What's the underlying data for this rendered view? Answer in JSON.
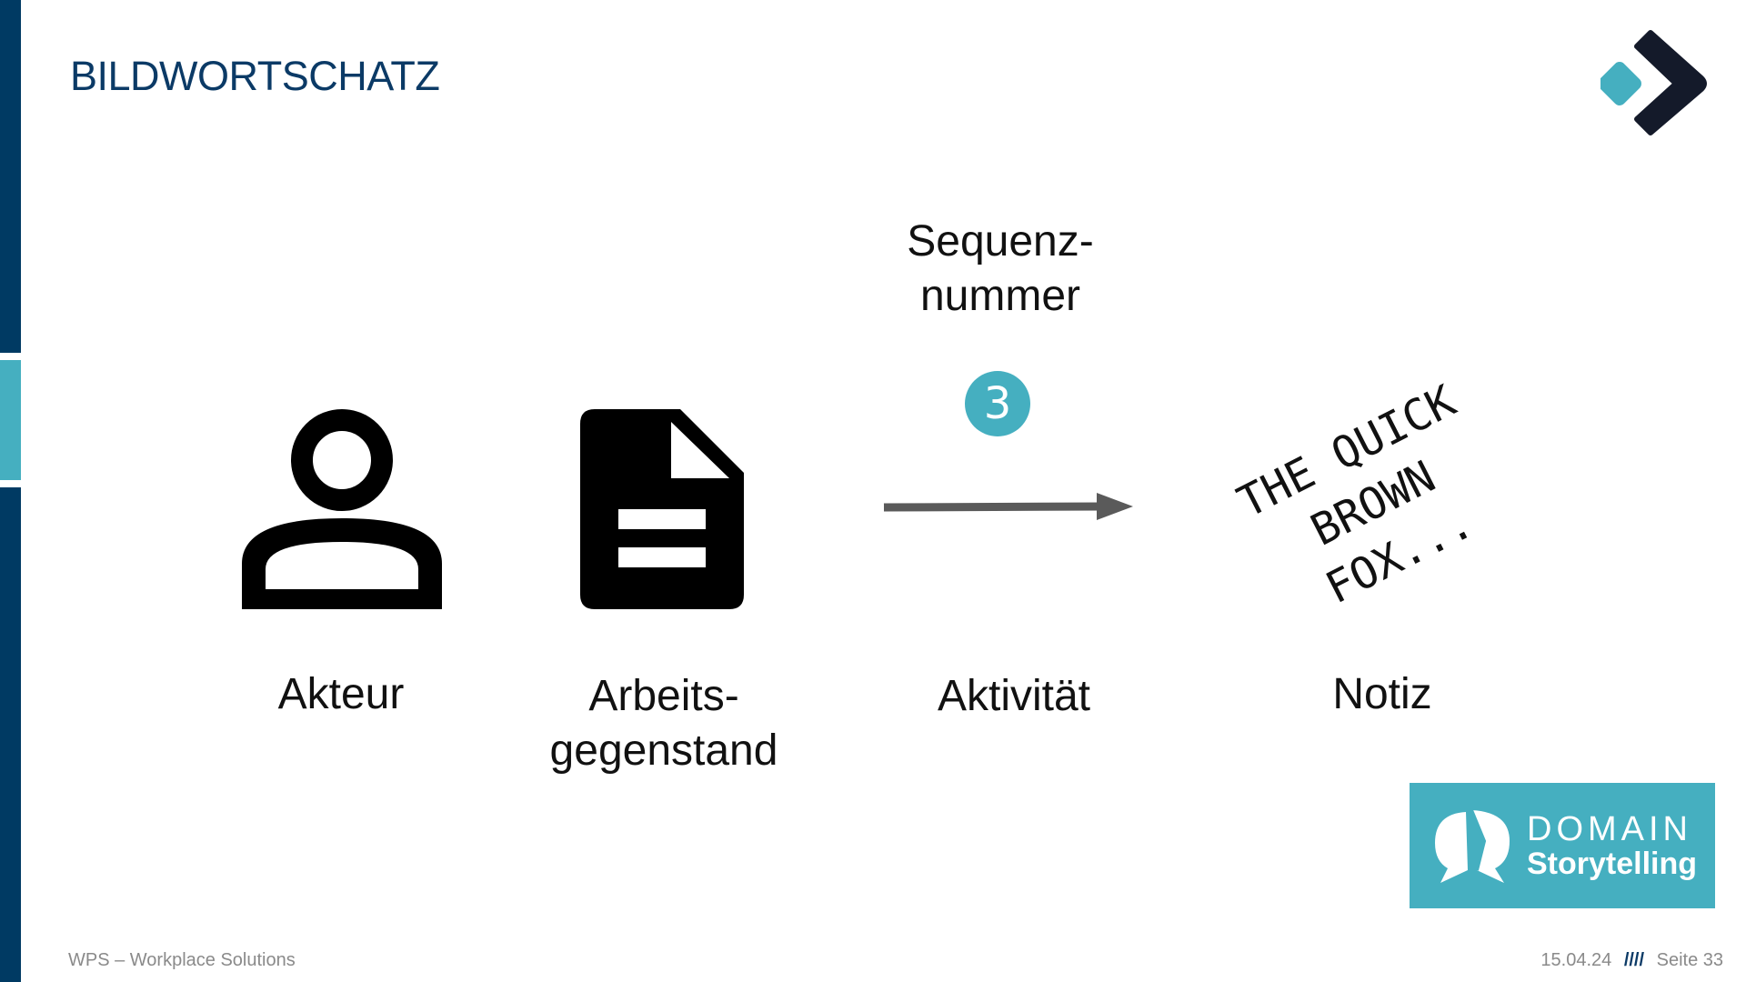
{
  "slide": {
    "title": "BILDWORTSCHATZ"
  },
  "diagram": {
    "sequence_label_line1": "Sequenz-",
    "sequence_label_line2": "nummer",
    "sequence_number": "3",
    "actor_label": "Akteur",
    "object_label_line1": "Arbeits-",
    "object_label_line2": "gegenstand",
    "activity_label": "Aktivität",
    "note_label": "Notiz",
    "note_text_line1": "THE QUICK",
    "note_text_line2": "BROWN",
    "note_text_line3": "FOX..."
  },
  "branding": {
    "logo_line1": "DOMAIN",
    "logo_line2": "Storytelling"
  },
  "footer": {
    "company": "WPS – Workplace Solutions",
    "date": "15.04.24",
    "separator": "////",
    "page": "Seite 33"
  },
  "colors": {
    "navy": "#003a63",
    "teal": "#45afc0",
    "dark": "#141a2a",
    "arrow": "#5a5a5a"
  }
}
